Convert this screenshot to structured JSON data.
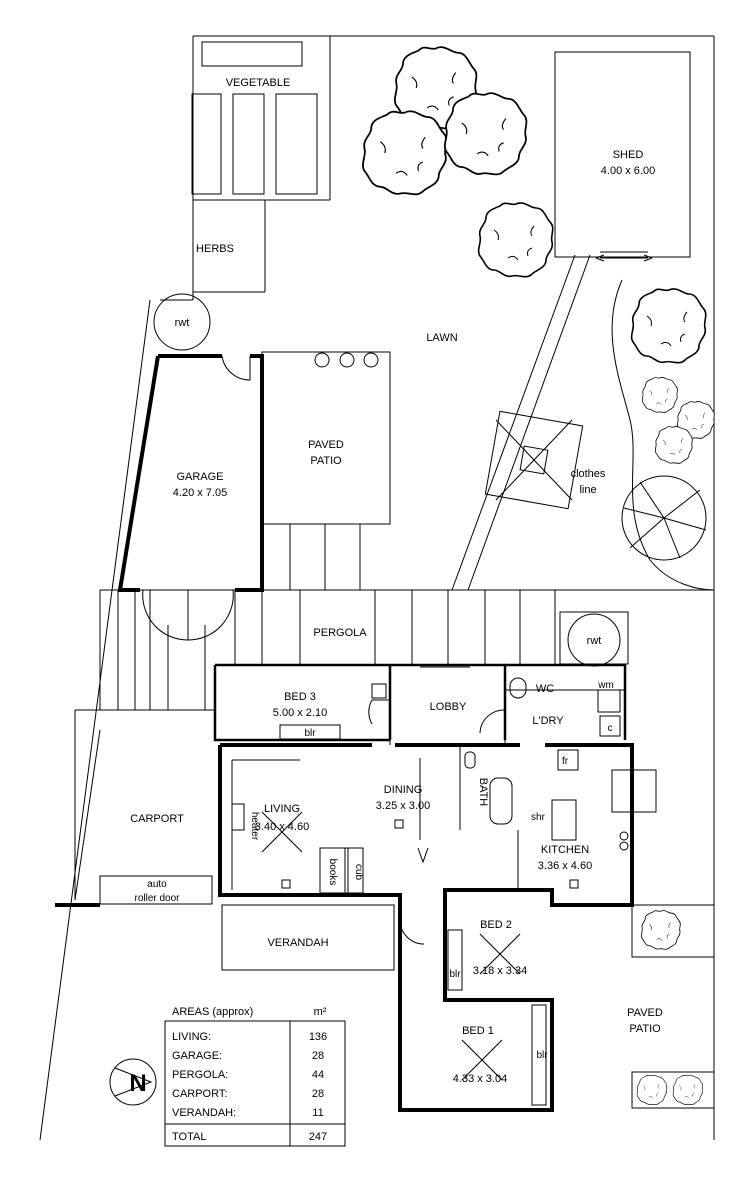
{
  "rooms": {
    "vegetable": "VEGETABLE",
    "herbs": "HERBS",
    "rwt_top": "rwt",
    "lawn": "LAWN",
    "shed": "SHED",
    "shed_dim": "4.00 x 6.00",
    "garage": "GARAGE",
    "garage_dim": "4.20 x 7.05",
    "patio_top_1": "PAVED",
    "patio_top_2": "PATIO",
    "clothes_1": "clothes",
    "clothes_2": "line",
    "pergola": "PERGOLA",
    "rwt_right": "rwt",
    "bed3": "BED 3",
    "bed3_dim": "5.00 x 2.10",
    "bed3_robe": "blr",
    "lobby": "LOBBY",
    "wc": "WC",
    "wm": "wm",
    "laundry": "L'DRY",
    "laundry_c": "c",
    "fridge": "fr",
    "carport": "CARPORT",
    "auto_door_1": "auto",
    "auto_door_2": "roller door",
    "dining": "DINING",
    "dining_dim": "3.25 x 3.00",
    "bath": "BATH",
    "living": "LIVING",
    "living_dim": "3.40 x 4.60",
    "heater": "heater",
    "books": "books",
    "cub": "cub",
    "shr": "shr",
    "kitchen": "KITCHEN",
    "kitchen_dim": "3.36 x 4.60",
    "verandah": "VERANDAH",
    "bed2": "BED 2",
    "bed2_dim": "3.18 x 3.34",
    "bed2_robe": "blr",
    "bed1": "BED 1",
    "bed1_dim": "4.33 x 3.04",
    "bed1_robe": "blr",
    "patio_bottom_1": "PAVED",
    "patio_bottom_2": "PATIO"
  },
  "areas": {
    "title": "AREAS (approx)",
    "unit": "m²",
    "rows": [
      {
        "label": "LIVING:",
        "value": "136"
      },
      {
        "label": "GARAGE:",
        "value": "28"
      },
      {
        "label": "PERGOLA:",
        "value": "44"
      },
      {
        "label": "CARPORT:",
        "value": "28"
      },
      {
        "label": "VERANDAH:",
        "value": "11"
      }
    ],
    "total_label": "TOTAL",
    "total_value": "247"
  },
  "compass": {
    "label": "N"
  }
}
